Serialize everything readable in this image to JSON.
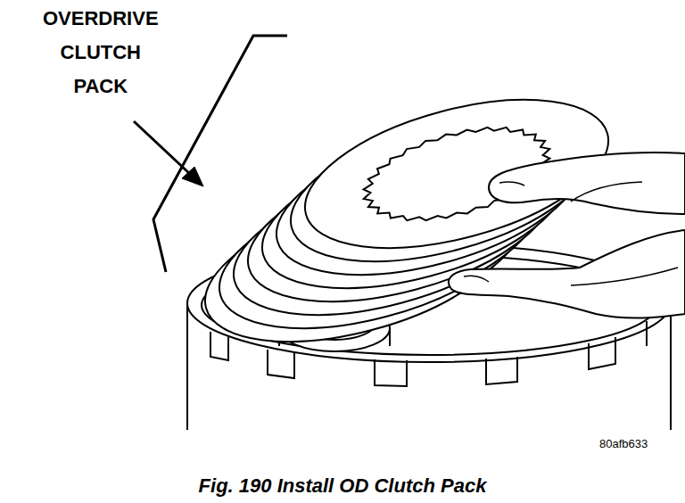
{
  "diagram": {
    "caption": "Fig. 190 Install OD Clutch Pack",
    "labels": [
      "OVERDRIVE CLUTCH PACK",
      "80afb633"
    ]
  }
}
